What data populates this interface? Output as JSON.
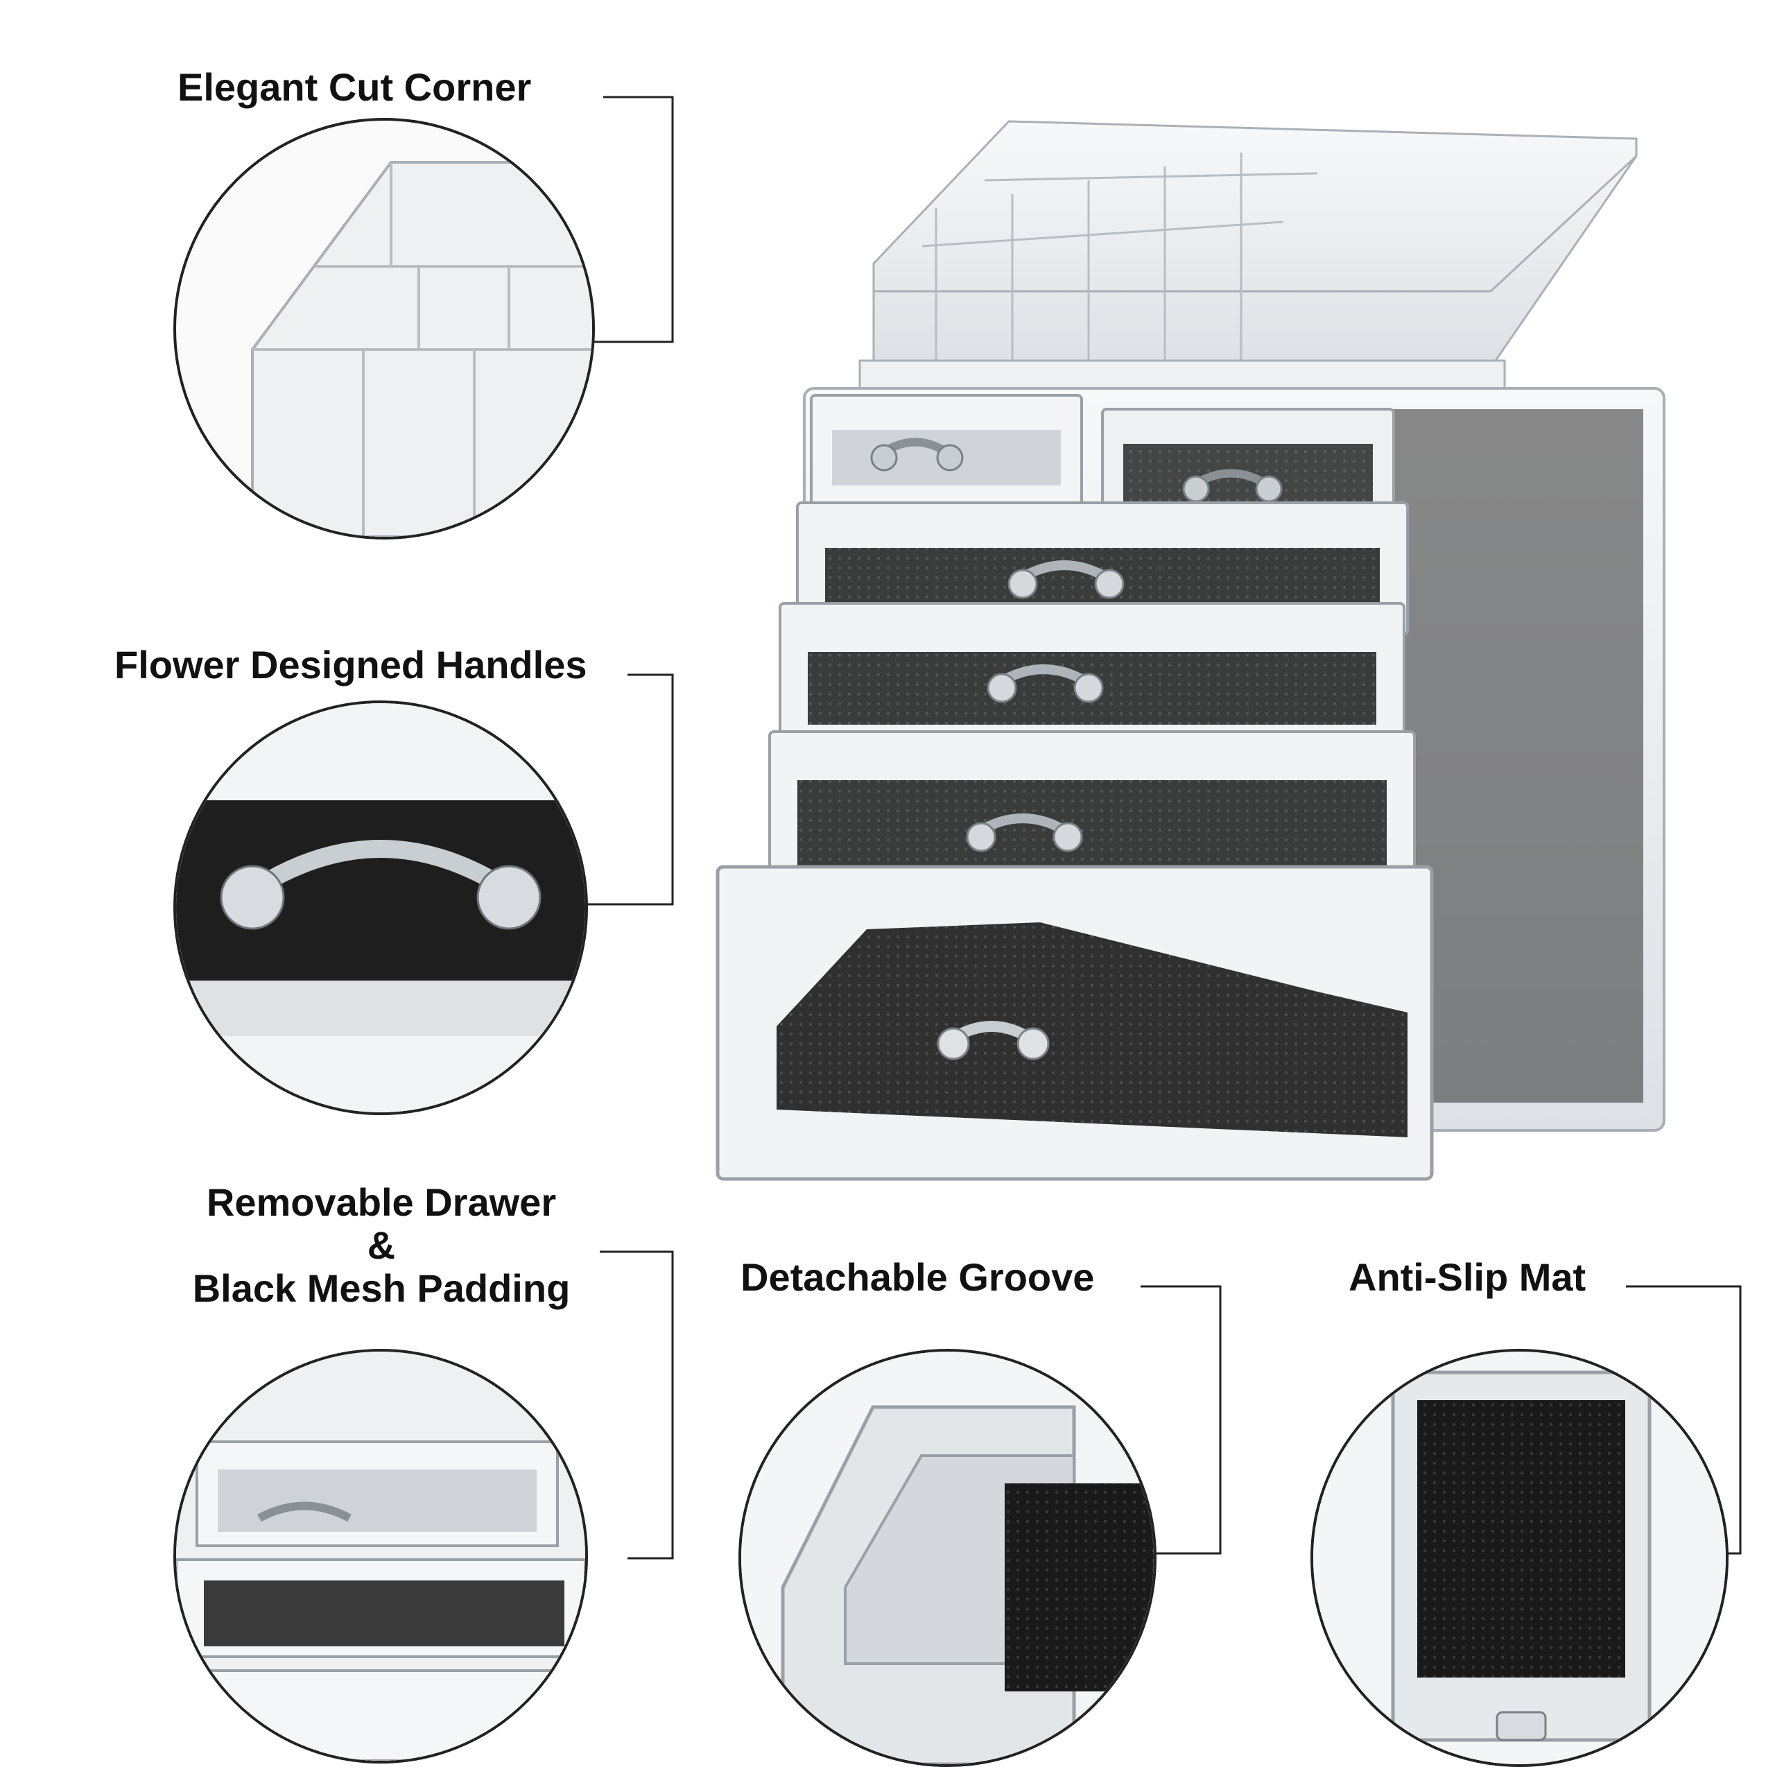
{
  "callouts": {
    "cut_corner": "Elegant Cut Corner",
    "handles": "Flower Designed Handles",
    "drawer_line1": "Removable Drawer",
    "drawer_line2": "&",
    "drawer_line3": "Black Mesh Padding",
    "groove": "Detachable Groove",
    "mat": "Anti-Slip Mat"
  },
  "colors": {
    "line": "#222222",
    "acrylic": "#e9ecef",
    "mesh": "#1a1a1a"
  }
}
